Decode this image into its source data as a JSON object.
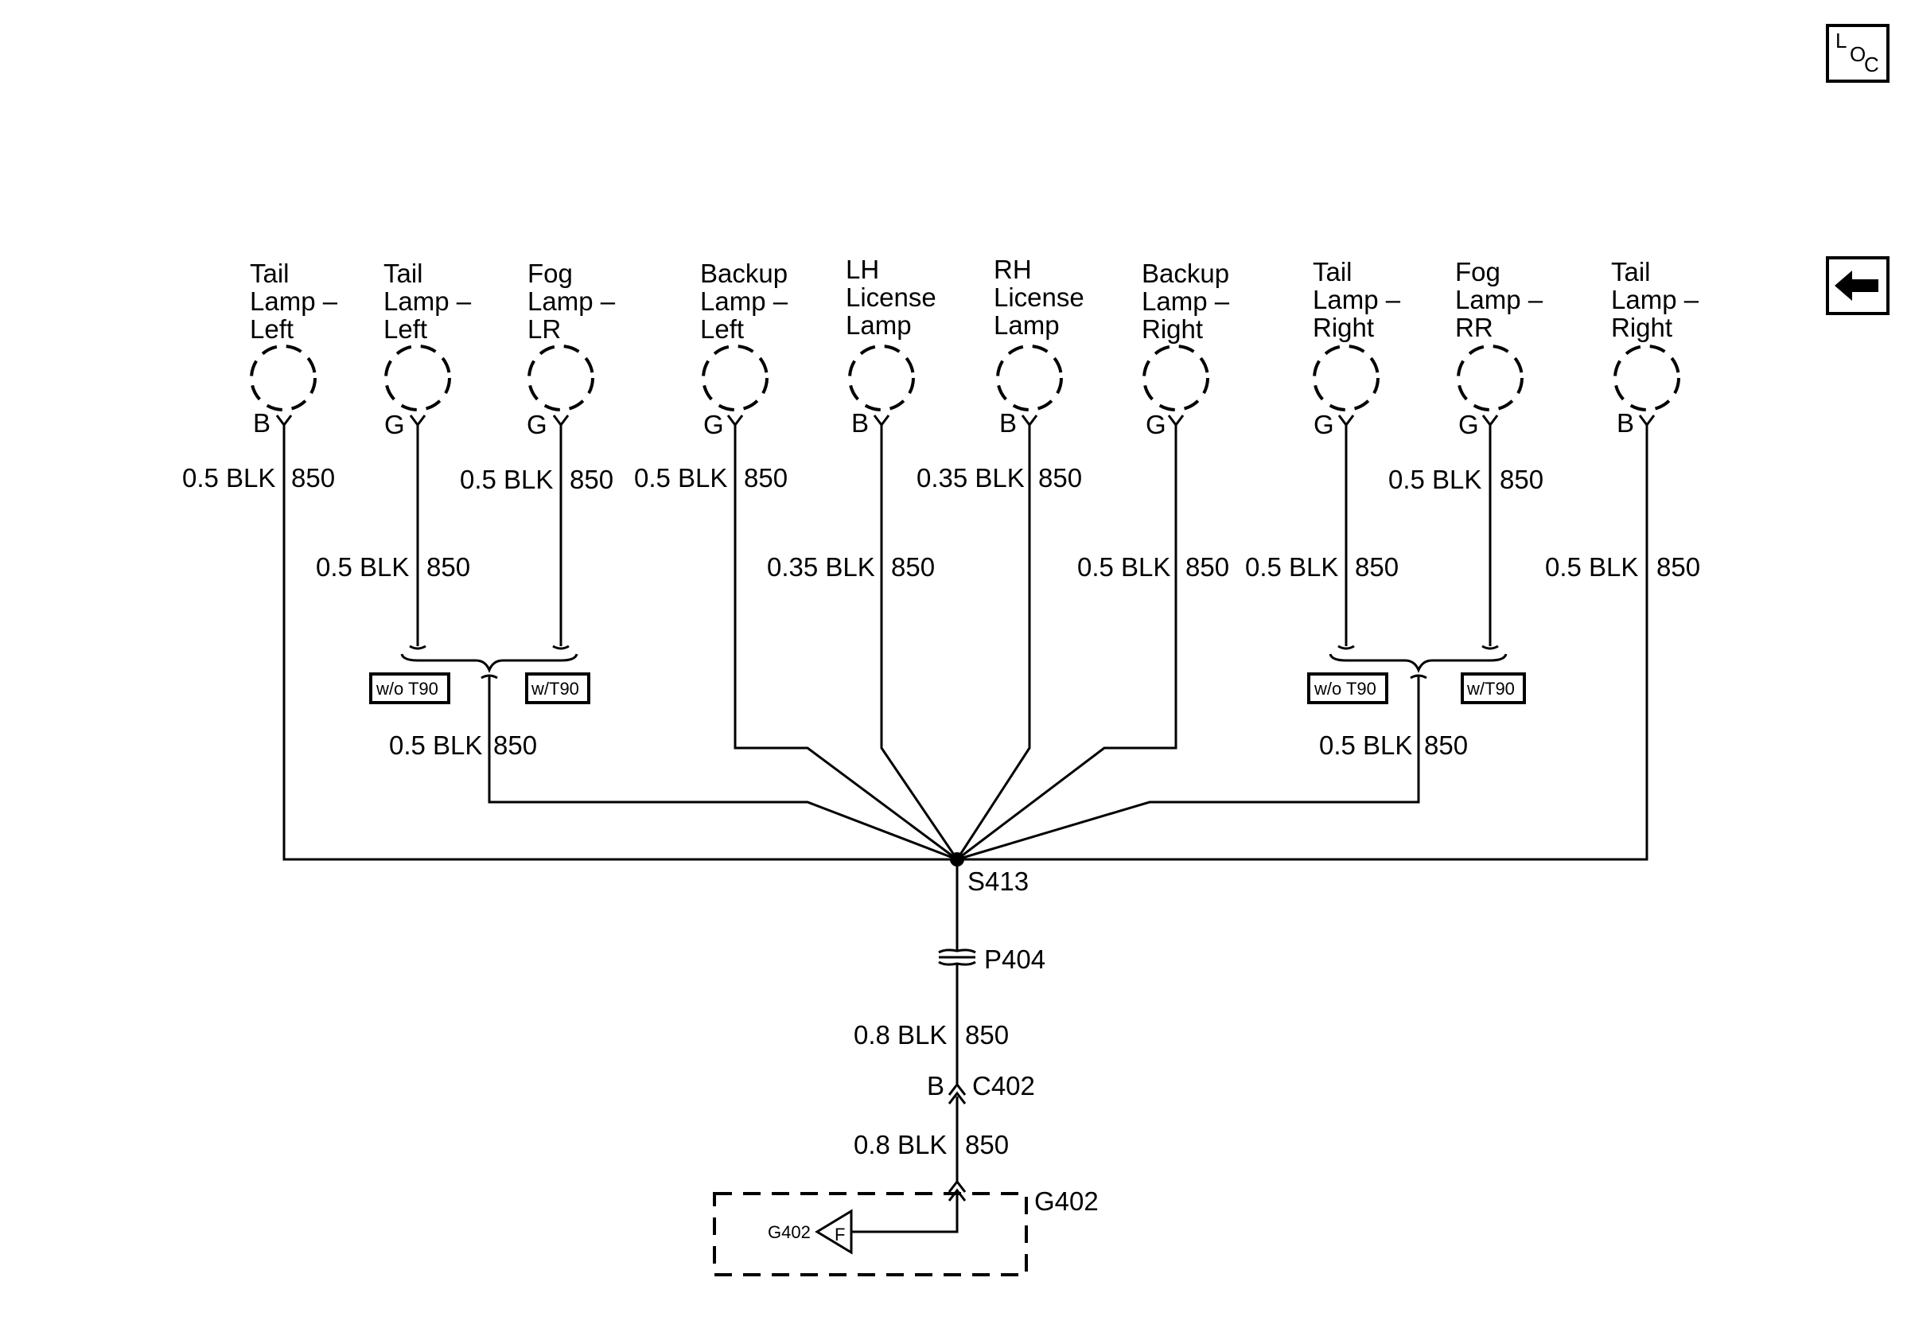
{
  "nav": {
    "loc_button": {
      "l": "L",
      "o": "O",
      "c": "C"
    },
    "back_icon": "left-arrow-icon"
  },
  "lamps": [
    {
      "id": "tail-left-1",
      "name": [
        "Tail",
        "Lamp –",
        "Left"
      ],
      "term": "B",
      "wire_upper": {
        "size": "0.5 BLK",
        "circuit": "850"
      }
    },
    {
      "id": "tail-left-2",
      "name": [
        "Tail",
        "Lamp –",
        "Left"
      ],
      "term": "G",
      "wire_upper": {
        "size": "0.5 BLK",
        "circuit": "850"
      }
    },
    {
      "id": "fog-lr",
      "name": [
        "Fog",
        "Lamp –",
        "LR"
      ],
      "term": "G",
      "wire_upper": {
        "size": "0.5 BLK",
        "circuit": "850"
      }
    },
    {
      "id": "backup-left",
      "name": [
        "Backup",
        "Lamp –",
        "Left"
      ],
      "term": "G",
      "wire_upper": {
        "size": "0.5 BLK",
        "circuit": "850"
      }
    },
    {
      "id": "lh-license",
      "name": [
        "LH",
        "License",
        "Lamp"
      ],
      "term": "B",
      "wire_upper": {
        "size": "0.35 BLK",
        "circuit": "850"
      }
    },
    {
      "id": "rh-license",
      "name": [
        "RH",
        "License",
        "Lamp"
      ],
      "term": "B",
      "wire_upper": {
        "size": "0.35 BLK",
        "circuit": "850"
      }
    },
    {
      "id": "backup-right",
      "name": [
        "Backup",
        "Lamp –",
        "Right"
      ],
      "term": "G",
      "wire_upper": {
        "size": "0.5 BLK",
        "circuit": "850"
      }
    },
    {
      "id": "tail-right-1",
      "name": [
        "Tail",
        "Lamp –",
        "Right"
      ],
      "term": "G",
      "wire_upper": {
        "size": "0.5 BLK",
        "circuit": "850"
      }
    },
    {
      "id": "fog-rr",
      "name": [
        "Fog",
        "Lamp –",
        "RR"
      ],
      "term": "G",
      "wire_upper": {
        "size": "0.5 BLK",
        "circuit": "850"
      }
    },
    {
      "id": "tail-right-2",
      "name": [
        "Tail",
        "Lamp –",
        "Right"
      ],
      "term": "B",
      "wire_upper": {
        "size": "0.5 BLK",
        "circuit": "850"
      }
    }
  ],
  "wire_labels_mid": [
    {
      "size": "0.5 BLK",
      "circuit": "850"
    },
    {
      "size": "0.35 BLK",
      "circuit": "850"
    },
    {
      "size": "0.5 BLK",
      "circuit": "850"
    },
    {
      "size": "0.5 BLK",
      "circuit": "850"
    },
    {
      "size": "0.5 BLK",
      "circuit": "850"
    }
  ],
  "options": {
    "left": {
      "without": "w/o T90",
      "with": "w/T90",
      "wire": {
        "size": "0.5 BLK",
        "circuit": "850"
      }
    },
    "right": {
      "without": "w/o T90",
      "with": "w/T90",
      "wire": {
        "size": "0.5 BLK",
        "circuit": "850"
      }
    }
  },
  "splice": {
    "label": "S413"
  },
  "pass_through": {
    "label": "P404"
  },
  "wire_to_connector": {
    "size": "0.8 BLK",
    "circuit": "850"
  },
  "connector": {
    "label": "C402",
    "terminal": "B"
  },
  "wire_to_ground": {
    "size": "0.8 BLK",
    "circuit": "850"
  },
  "ground": {
    "label": "G402",
    "ref_label": "G402",
    "ref_letter": "F"
  }
}
